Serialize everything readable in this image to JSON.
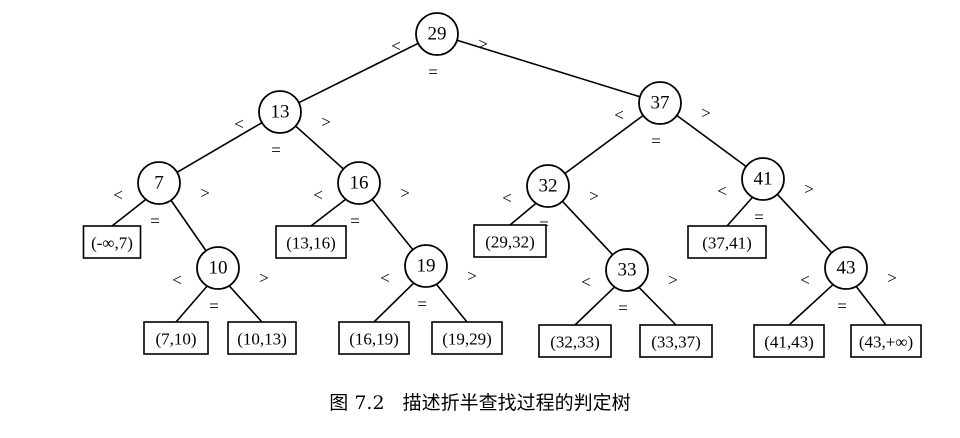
{
  "symbols": {
    "lt": "<",
    "gt": ">",
    "eq": "="
  },
  "internal_nodes": [
    {
      "id": "n29",
      "label": "29"
    },
    {
      "id": "n13",
      "label": "13"
    },
    {
      "id": "n37",
      "label": "37"
    },
    {
      "id": "n7",
      "label": "7"
    },
    {
      "id": "n16",
      "label": "16"
    },
    {
      "id": "n32",
      "label": "32"
    },
    {
      "id": "n41",
      "label": "41"
    },
    {
      "id": "n10",
      "label": "10"
    },
    {
      "id": "n19",
      "label": "19"
    },
    {
      "id": "n33",
      "label": "33"
    },
    {
      "id": "n43",
      "label": "43"
    }
  ],
  "leaf_nodes": [
    {
      "id": "l_inf7",
      "label": "(-∞,7)"
    },
    {
      "id": "l_7_10",
      "label": "(7,10)"
    },
    {
      "id": "l_10_13",
      "label": "(10,13)"
    },
    {
      "id": "l_13_16",
      "label": "(13,16)"
    },
    {
      "id": "l_16_19",
      "label": "(16,19)"
    },
    {
      "id": "l_19_29",
      "label": "(19,29)"
    },
    {
      "id": "l_29_32",
      "label": "(29,32)"
    },
    {
      "id": "l_32_33",
      "label": "(32,33)"
    },
    {
      "id": "l_33_37",
      "label": "(33,37)"
    },
    {
      "id": "l_37_41",
      "label": "(37,41)"
    },
    {
      "id": "l_41_43",
      "label": "(41,43)"
    },
    {
      "id": "l_43inf",
      "label": "(43,+∞)"
    }
  ],
  "edges": [
    [
      "n29",
      "n13"
    ],
    [
      "n29",
      "n37"
    ],
    [
      "n13",
      "n7"
    ],
    [
      "n13",
      "n16"
    ],
    [
      "n37",
      "n32"
    ],
    [
      "n37",
      "n41"
    ],
    [
      "n7",
      "l_inf7"
    ],
    [
      "n7",
      "n10"
    ],
    [
      "n10",
      "l_7_10"
    ],
    [
      "n10",
      "l_10_13"
    ],
    [
      "n16",
      "l_13_16"
    ],
    [
      "n16",
      "n19"
    ],
    [
      "n19",
      "l_16_19"
    ],
    [
      "n19",
      "l_19_29"
    ],
    [
      "n32",
      "l_29_32"
    ],
    [
      "n32",
      "n33"
    ],
    [
      "n33",
      "l_32_33"
    ],
    [
      "n33",
      "l_33_37"
    ],
    [
      "n41",
      "l_37_41"
    ],
    [
      "n41",
      "n43"
    ],
    [
      "n43",
      "l_41_43"
    ],
    [
      "n43",
      "l_43inf"
    ]
  ],
  "caption": "图 7.2   描述折半查找过程的判定树"
}
